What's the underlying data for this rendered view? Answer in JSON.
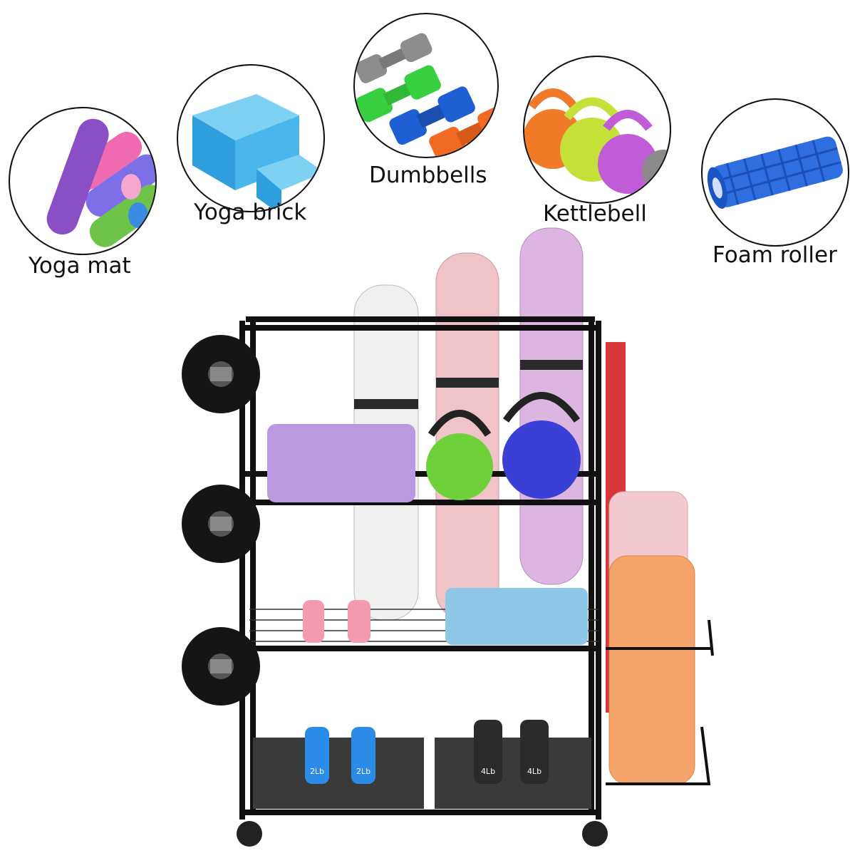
{
  "categories": [
    {
      "id": "yoga-mat",
      "label": "Yoga mat"
    },
    {
      "id": "yoga-brick",
      "label": "Yoga brick"
    },
    {
      "id": "dumbbells",
      "label": "Dumbbells"
    },
    {
      "id": "kettlebell",
      "label": "Kettlebell"
    },
    {
      "id": "foam-roller",
      "label": "Foam roller"
    }
  ],
  "product": {
    "dumbbell_weight_labels": [
      "2Lb",
      "2Lb",
      "4Lb",
      "4Lb"
    ],
    "colors": {
      "frame": "#111111",
      "mat_white": "#f0f0ee",
      "mat_pink": "#efc3c8",
      "mat_lilac": "#dcb6e0",
      "block_purple": "#b99ade",
      "block_blue": "#8fc7e8",
      "kettle_green": "#6fd13a",
      "kettle_blue": "#3a3fd6",
      "roller_pink": "#f2c9cf",
      "roller_orange": "#f5a56b"
    }
  }
}
